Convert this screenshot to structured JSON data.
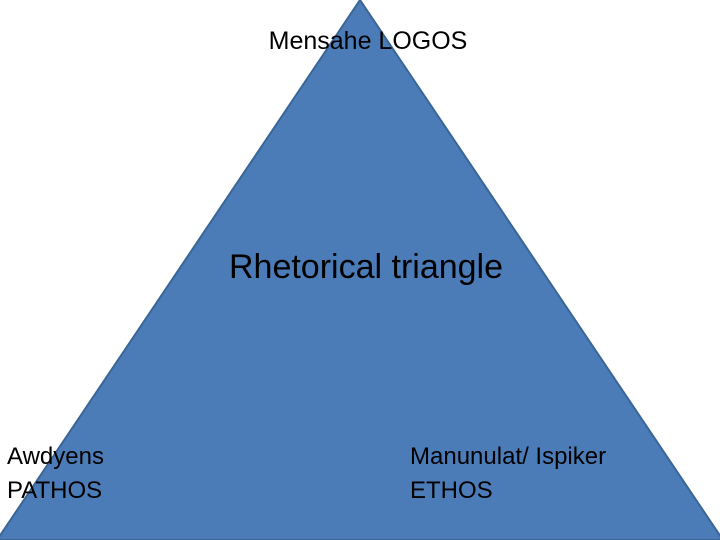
{
  "diagram": {
    "fill_color": "#4b7cb8",
    "stroke_color": "#3a6597",
    "apex": {
      "label": "Mensahe LOGOS"
    },
    "center": {
      "label": "Rhetorical triangle"
    },
    "bottom_left": {
      "line1": "Awdyens",
      "line2": "PATHOS"
    },
    "bottom_right": {
      "line1": "Manunulat/ Ispiker",
      "line2": "ETHOS"
    }
  }
}
